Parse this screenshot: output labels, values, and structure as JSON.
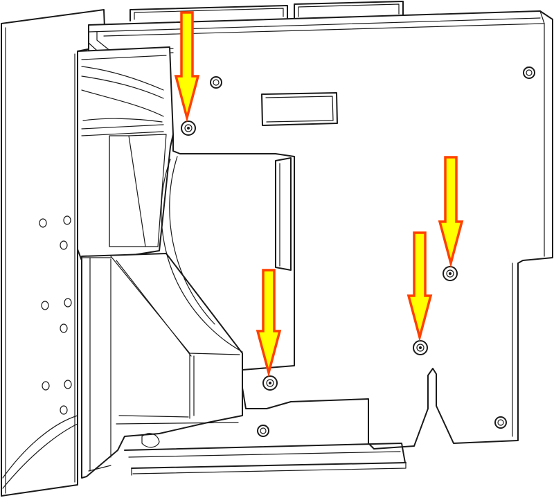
{
  "diagram": {
    "subject": "sheet-metal-bracket-assembly",
    "background_color": "#ffffff",
    "line_color": "#1a1a1a",
    "arrow_fill_color": "#ffff00",
    "arrow_stroke_color": "#ff4000",
    "arrow_count": 4,
    "screw_count": 4
  }
}
